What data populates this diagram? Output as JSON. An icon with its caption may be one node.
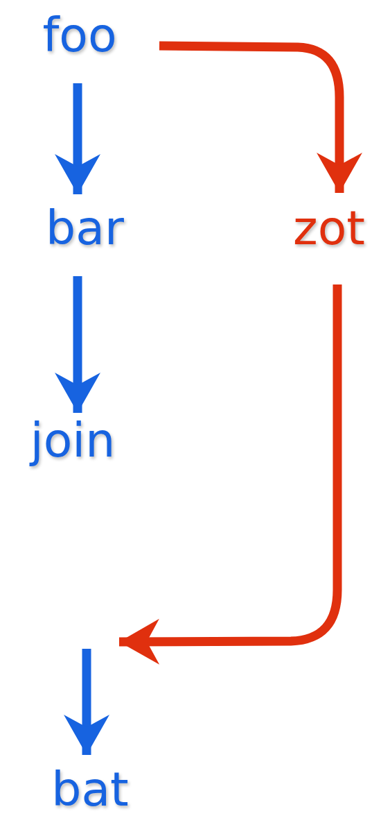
{
  "diagram": {
    "nodes": [
      {
        "text": [
          "foo"
        ]
      },
      {
        "text": [
          "bar"
        ]
      },
      {
        "text": [
          "zot"
        ]
      },
      {
        "text": [
          "join"
        ]
      },
      {
        "text": [
          "bat"
        ]
      }
    ],
    "edges": [
      {
        "from": 0,
        "to": 1,
        "arrow": "to"
      },
      {
        "from": 0,
        "to": 2,
        "arrow": "to",
        "color": "#e0300e"
      },
      {
        "from": 1,
        "to": 3,
        "arrow": "to"
      },
      {
        "from": 2,
        "to": null,
        "arrow": "to",
        "color": "#e0300e"
      },
      {
        "from": null,
        "to": 4,
        "arrow": "to"
      }
    ]
  }
}
